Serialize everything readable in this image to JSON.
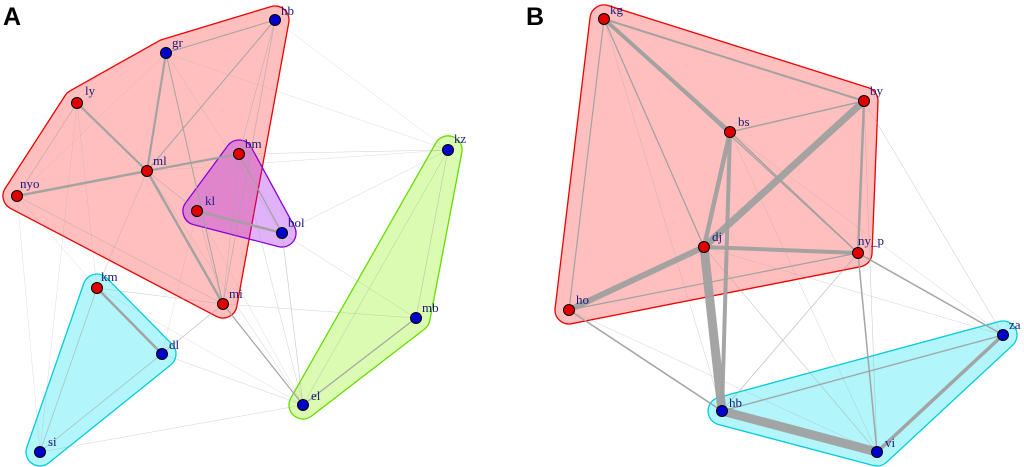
{
  "colors": {
    "red_node": "#e00000",
    "blue_node": "#0000cc",
    "edge": "#a0a0a0",
    "label": "#1a1a7a"
  },
  "panels": [
    {
      "label": "A",
      "hulls": [
        {
          "fill": "#ff2a2a",
          "stroke": "#ee0000",
          "members": [
            "hb",
            "gr",
            "ly",
            "nyo",
            "ml",
            "mi",
            "bm"
          ]
        },
        {
          "fill": "#9900ee",
          "stroke": "#8800dd",
          "members": [
            "bm",
            "kl",
            "bol"
          ]
        },
        {
          "fill": "#00ddee",
          "stroke": "#00ccdd",
          "members": [
            "km",
            "dl",
            "si"
          ]
        },
        {
          "fill": "#88ee00",
          "stroke": "#66dd00",
          "members": [
            "kz",
            "mb",
            "el"
          ]
        }
      ],
      "nodes": [
        {
          "id": "hb",
          "label": "hb",
          "color": "blue"
        },
        {
          "id": "gr",
          "label": "gr",
          "color": "blue"
        },
        {
          "id": "ly",
          "label": "ly",
          "color": "red"
        },
        {
          "id": "ml",
          "label": "ml",
          "color": "red"
        },
        {
          "id": "bm",
          "label": "bm",
          "color": "red"
        },
        {
          "id": "nyo",
          "label": "nyo",
          "color": "red"
        },
        {
          "id": "kl",
          "label": "kl",
          "color": "red"
        },
        {
          "id": "bol",
          "label": "bol",
          "color": "blue"
        },
        {
          "id": "kz",
          "label": "kz",
          "color": "blue"
        },
        {
          "id": "km",
          "label": "km",
          "color": "red"
        },
        {
          "id": "mi",
          "label": "mi",
          "color": "red"
        },
        {
          "id": "mb",
          "label": "mb",
          "color": "blue"
        },
        {
          "id": "dl",
          "label": "dl",
          "color": "blue"
        },
        {
          "id": "el",
          "label": "el",
          "color": "blue"
        },
        {
          "id": "si",
          "label": "si",
          "color": "blue"
        }
      ],
      "edges": [
        {
          "s": "ml",
          "t": "ly",
          "w": 2.2
        },
        {
          "s": "ml",
          "t": "gr",
          "w": 2.2
        },
        {
          "s": "ml",
          "t": "nyo",
          "w": 2.5
        },
        {
          "s": "ml",
          "t": "bm",
          "w": 2.2
        },
        {
          "s": "ml",
          "t": "mi",
          "w": 2.5
        },
        {
          "s": "ml",
          "t": "hb",
          "w": 1
        },
        {
          "s": "gr",
          "t": "hb",
          "w": 1
        },
        {
          "s": "gr",
          "t": "mi",
          "w": 1
        },
        {
          "s": "ly",
          "t": "nyo",
          "w": 0.8
        },
        {
          "s": "nyo",
          "t": "mi",
          "w": 0.6
        },
        {
          "s": "hb",
          "t": "mi",
          "w": 0.8
        },
        {
          "s": "hb",
          "t": "bm",
          "w": 0.6
        },
        {
          "s": "kl",
          "t": "bol",
          "w": 2.5
        },
        {
          "s": "bm",
          "t": "bol",
          "w": 1.3
        },
        {
          "s": "bm",
          "t": "kl",
          "w": 0.6
        },
        {
          "s": "kl",
          "t": "ml",
          "w": 0.8
        },
        {
          "s": "km",
          "t": "dl",
          "w": 2.5
        },
        {
          "s": "km",
          "t": "si",
          "w": 0.8
        },
        {
          "s": "dl",
          "t": "si",
          "w": 0.6
        },
        {
          "s": "mb",
          "t": "el",
          "w": 1.2
        },
        {
          "s": "kz",
          "t": "mb",
          "w": 0.6
        },
        {
          "s": "kz",
          "t": "el",
          "w": 0.5
        },
        {
          "s": "mi",
          "t": "el",
          "w": 1.2
        },
        {
          "s": "mi",
          "t": "dl",
          "w": 0.6
        },
        {
          "s": "mi",
          "t": "km",
          "w": 0.5
        },
        {
          "s": "bol",
          "t": "el",
          "w": 0.6
        },
        {
          "s": "bol",
          "t": "kz",
          "w": 0.4
        },
        {
          "s": "bm",
          "t": "kz",
          "w": 0.4
        },
        {
          "s": "ml",
          "t": "kz",
          "w": 0.3
        },
        {
          "s": "hb",
          "t": "kz",
          "w": 0.3
        },
        {
          "s": "gr",
          "t": "kz",
          "w": 0.3
        },
        {
          "s": "ml",
          "t": "km",
          "w": 0.5
        },
        {
          "s": "nyo",
          "t": "km",
          "w": 0.3
        },
        {
          "s": "nyo",
          "t": "si",
          "w": 0.3
        },
        {
          "s": "ly",
          "t": "km",
          "w": 0.3
        },
        {
          "s": "dl",
          "t": "el",
          "w": 0.4
        },
        {
          "s": "si",
          "t": "el",
          "w": 0.4
        },
        {
          "s": "km",
          "t": "el",
          "w": 0.3
        },
        {
          "s": "mi",
          "t": "mb",
          "w": 0.4
        },
        {
          "s": "bm",
          "t": "el",
          "w": 0.4
        },
        {
          "s": "bol",
          "t": "mb",
          "w": 0.4
        },
        {
          "s": "ml",
          "t": "el",
          "w": 0.4
        },
        {
          "s": "kl",
          "t": "mi",
          "w": 0.5
        },
        {
          "s": "kl",
          "t": "el",
          "w": 0.3
        },
        {
          "s": "gr",
          "t": "bol",
          "w": 0.4
        },
        {
          "s": "ly",
          "t": "si",
          "w": 0.3
        },
        {
          "s": "mi",
          "t": "si",
          "w": 0.3
        },
        {
          "s": "bm",
          "t": "mi",
          "w": 0.5
        },
        {
          "s": "kl",
          "t": "dl",
          "w": 0.3
        },
        {
          "s": "gr",
          "t": "nyo",
          "w": 0.3
        }
      ]
    },
    {
      "label": "B",
      "hulls": [
        {
          "fill": "#ff2a2a",
          "stroke": "#ee0000",
          "members": [
            "kg",
            "by",
            "bs",
            "dj",
            "ny_p",
            "ho"
          ]
        },
        {
          "fill": "#00ddee",
          "stroke": "#00ccdd",
          "members": [
            "za",
            "hb",
            "vi"
          ]
        }
      ],
      "nodes": [
        {
          "id": "kg",
          "label": "kg",
          "color": "red"
        },
        {
          "id": "by",
          "label": "by",
          "color": "red"
        },
        {
          "id": "bs",
          "label": "bs",
          "color": "red"
        },
        {
          "id": "dj",
          "label": "dj",
          "color": "red"
        },
        {
          "id": "ny_p",
          "label": "ny_p",
          "color": "red"
        },
        {
          "id": "ho",
          "label": "ho",
          "color": "red"
        },
        {
          "id": "za",
          "label": "za",
          "color": "blue"
        },
        {
          "id": "hb",
          "label": "hb",
          "color": "blue"
        },
        {
          "id": "vi",
          "label": "vi",
          "color": "blue"
        }
      ],
      "edges": [
        {
          "s": "kg",
          "t": "by",
          "w": 2
        },
        {
          "s": "kg",
          "t": "bs",
          "w": 4
        },
        {
          "s": "kg",
          "t": "dj",
          "w": 1.3
        },
        {
          "s": "kg",
          "t": "ho",
          "w": 1.2
        },
        {
          "s": "kg",
          "t": "ny_p",
          "w": 1.3
        },
        {
          "s": "by",
          "t": "bs",
          "w": 1.5
        },
        {
          "s": "by",
          "t": "dj",
          "w": 7
        },
        {
          "s": "by",
          "t": "ny_p",
          "w": 2.5
        },
        {
          "s": "bs",
          "t": "dj",
          "w": 4.5
        },
        {
          "s": "bs",
          "t": "ny_p",
          "w": 1.3
        },
        {
          "s": "bs",
          "t": "hb",
          "w": 4
        },
        {
          "s": "dj",
          "t": "ny_p",
          "w": 4
        },
        {
          "s": "dj",
          "t": "ho",
          "w": 6
        },
        {
          "s": "dj",
          "t": "hb",
          "w": 9
        },
        {
          "s": "ho",
          "t": "ny_p",
          "w": 1.3
        },
        {
          "s": "ho",
          "t": "hb",
          "w": 1.6
        },
        {
          "s": "hb",
          "t": "vi",
          "w": 9
        },
        {
          "s": "za",
          "t": "vi",
          "w": 3.5
        },
        {
          "s": "za",
          "t": "hb",
          "w": 1.3
        },
        {
          "s": "ny_p",
          "t": "za",
          "w": 1.5
        },
        {
          "s": "ny_p",
          "t": "vi",
          "w": 1.5
        },
        {
          "s": "ny_p",
          "t": "hb",
          "w": 0.8
        },
        {
          "s": "by",
          "t": "za",
          "w": 0.5
        },
        {
          "s": "by",
          "t": "vi",
          "w": 0.5
        },
        {
          "s": "dj",
          "t": "vi",
          "w": 0.6
        },
        {
          "s": "dj",
          "t": "za",
          "w": 0.4
        },
        {
          "s": "bs",
          "t": "vi",
          "w": 0.4
        },
        {
          "s": "ho",
          "t": "vi",
          "w": 0.4
        },
        {
          "s": "kg",
          "t": "hb",
          "w": 0.4
        },
        {
          "s": "bs",
          "t": "za",
          "w": 0.4
        }
      ]
    }
  ]
}
